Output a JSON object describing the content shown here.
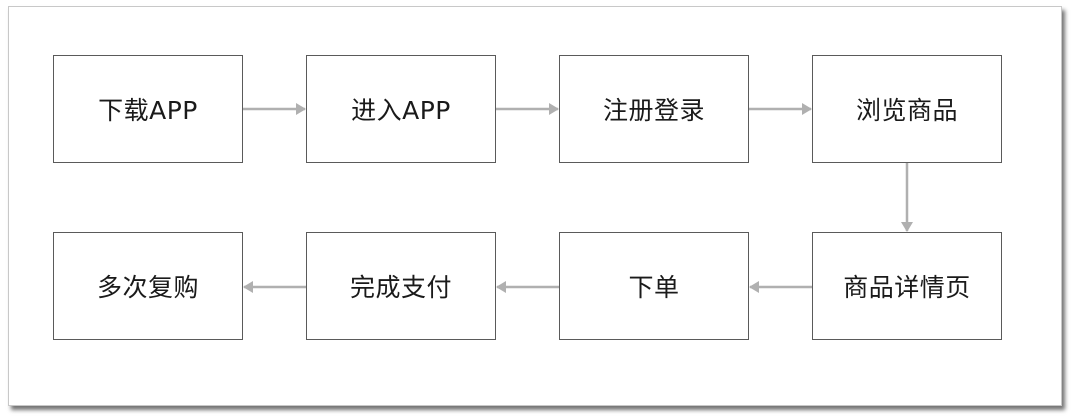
{
  "colors": {
    "box_border": "#5a5a5a",
    "arrow": "#b0b0b0",
    "text": "#1a1a1a",
    "frame_border": "#c8c8c8"
  },
  "flow": {
    "steps": [
      {
        "label": "下载APP"
      },
      {
        "label": "进入APP"
      },
      {
        "label": "注册登录"
      },
      {
        "label": "浏览商品"
      },
      {
        "label": "商品详情页"
      },
      {
        "label": "下单"
      },
      {
        "label": "完成支付"
      },
      {
        "label": "多次复购"
      }
    ]
  }
}
